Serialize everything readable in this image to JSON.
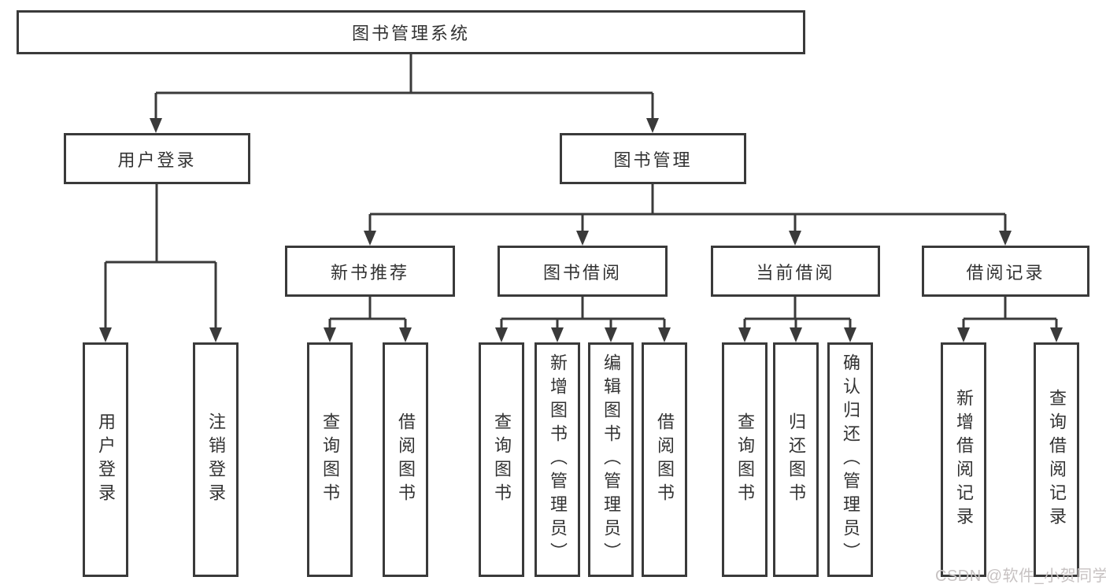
{
  "diagram": {
    "root": {
      "label": "图书管理系统"
    },
    "level2": [
      {
        "label": "用户登录"
      },
      {
        "label": "图书管理"
      }
    ],
    "level3": [
      {
        "label": "新书推荐"
      },
      {
        "label": "图书借阅"
      },
      {
        "label": "当前借阅"
      },
      {
        "label": "借阅记录"
      }
    ],
    "leaves": {
      "user_login": [
        "用户登录",
        "注销登录"
      ],
      "new_books": [
        "查询图书",
        "借阅图书"
      ],
      "borrow": [
        "查询图书",
        "新增图书（管理员）",
        "编辑图书（管理员）",
        "借阅图书"
      ],
      "current": [
        "查询图书",
        "归还图书",
        "确认归还（管理员）"
      ],
      "records": [
        "新增借阅记录",
        "查询借阅记录"
      ]
    }
  },
  "watermark": {
    "text": "CSDN @软件_小贺同学",
    "color": "#c7c2c2"
  },
  "colors": {
    "line": "#3a3a3a",
    "text": "#333333",
    "background": "#ffffff"
  }
}
